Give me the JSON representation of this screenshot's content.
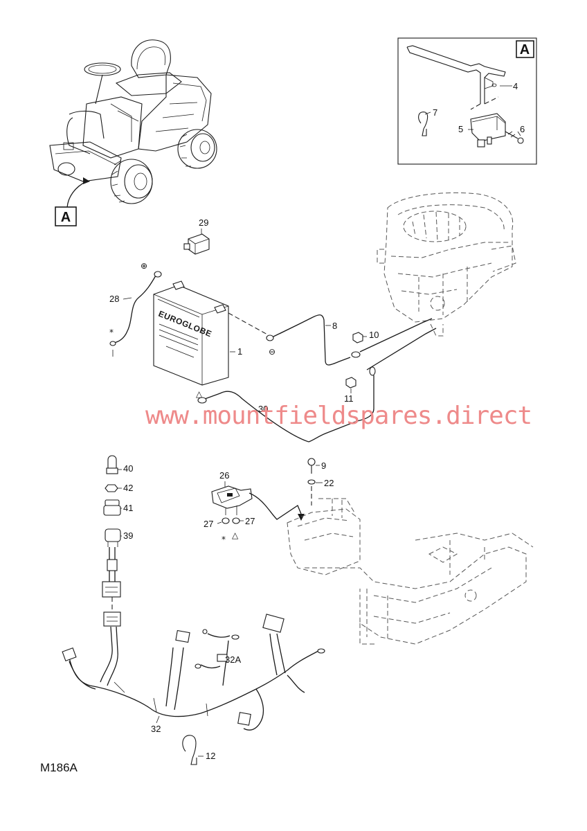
{
  "diagram": {
    "code": "M186A",
    "watermark": "www.mountfieldspares.direct",
    "battery_brand": "EUROGLOBE",
    "view_tag": "A",
    "symbols": {
      "positive": "⊕",
      "negative": "⊖",
      "asterisk": "*",
      "triangle": "△"
    },
    "parts": {
      "p1": "1",
      "p4": "4",
      "p5": "5",
      "p6": "6",
      "p7": "7",
      "p8": "8",
      "p9": "9",
      "p10": "10",
      "p11": "11",
      "p12": "12",
      "p22": "22",
      "p26": "26",
      "p27a": "27",
      "p27b": "27",
      "p28": "28",
      "p29": "29",
      "p30": "30",
      "p32": "32",
      "p32a": "32A",
      "p39": "39",
      "p40": "40",
      "p41": "41",
      "p42": "42"
    }
  }
}
